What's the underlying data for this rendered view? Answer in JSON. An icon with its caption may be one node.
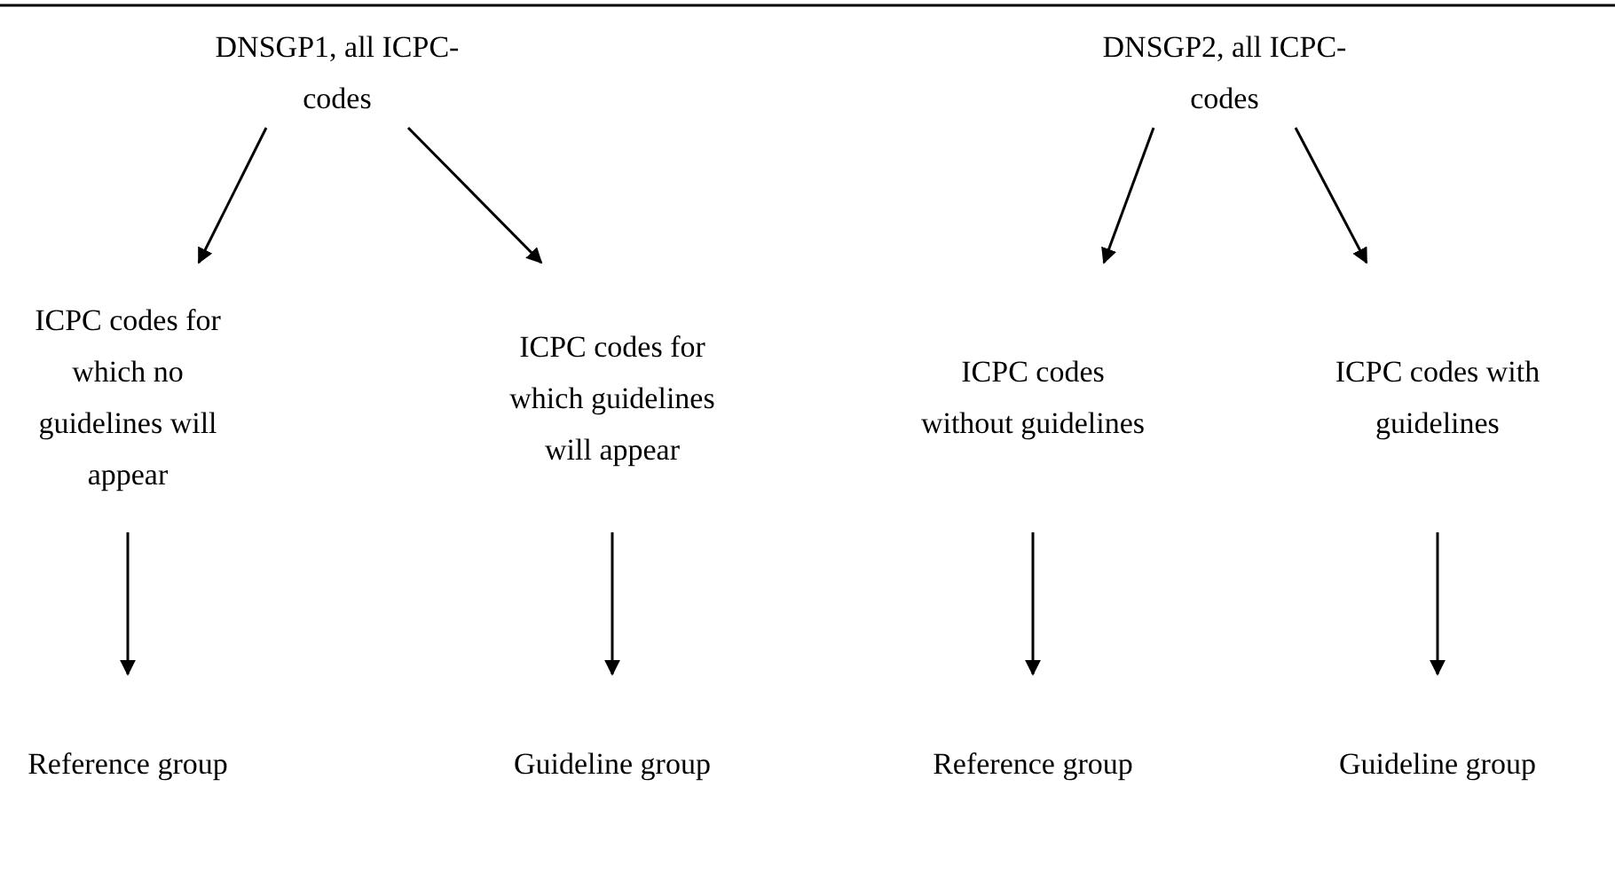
{
  "diagram": {
    "nodes": [
      {
        "text": [
          "DNSGP1, all ICPC-codes"
        ]
      },
      {
        "text": [
          "DNSGP2, all ICPC-codes"
        ]
      },
      {
        "text": [
          "ICPC codes for which no guidelines will appear"
        ]
      },
      {
        "text": [
          "ICPC codes for which guidelines will appear"
        ]
      },
      {
        "text": [
          "ICPC codes without guidelines"
        ]
      },
      {
        "text": [
          "ICPC codes with guidelines"
        ]
      },
      {
        "text": [
          "Reference group"
        ]
      },
      {
        "text": [
          "Guideline group"
        ]
      },
      {
        "text": [
          "Reference group"
        ]
      },
      {
        "text": [
          "Guideline group"
        ]
      }
    ],
    "edges": [
      {
        "from": 0,
        "to": 2,
        "arrow": "to"
      },
      {
        "from": 0,
        "to": 3,
        "arrow": "to"
      },
      {
        "from": 1,
        "to": 4,
        "arrow": "to"
      },
      {
        "from": 1,
        "to": 5,
        "arrow": "to"
      },
      {
        "from": 2,
        "to": 6,
        "arrow": "to"
      },
      {
        "from": 3,
        "to": 7,
        "arrow": "to"
      },
      {
        "from": 4,
        "to": 8,
        "arrow": "to"
      },
      {
        "from": 5,
        "to": 9,
        "arrow": "to"
      }
    ]
  }
}
